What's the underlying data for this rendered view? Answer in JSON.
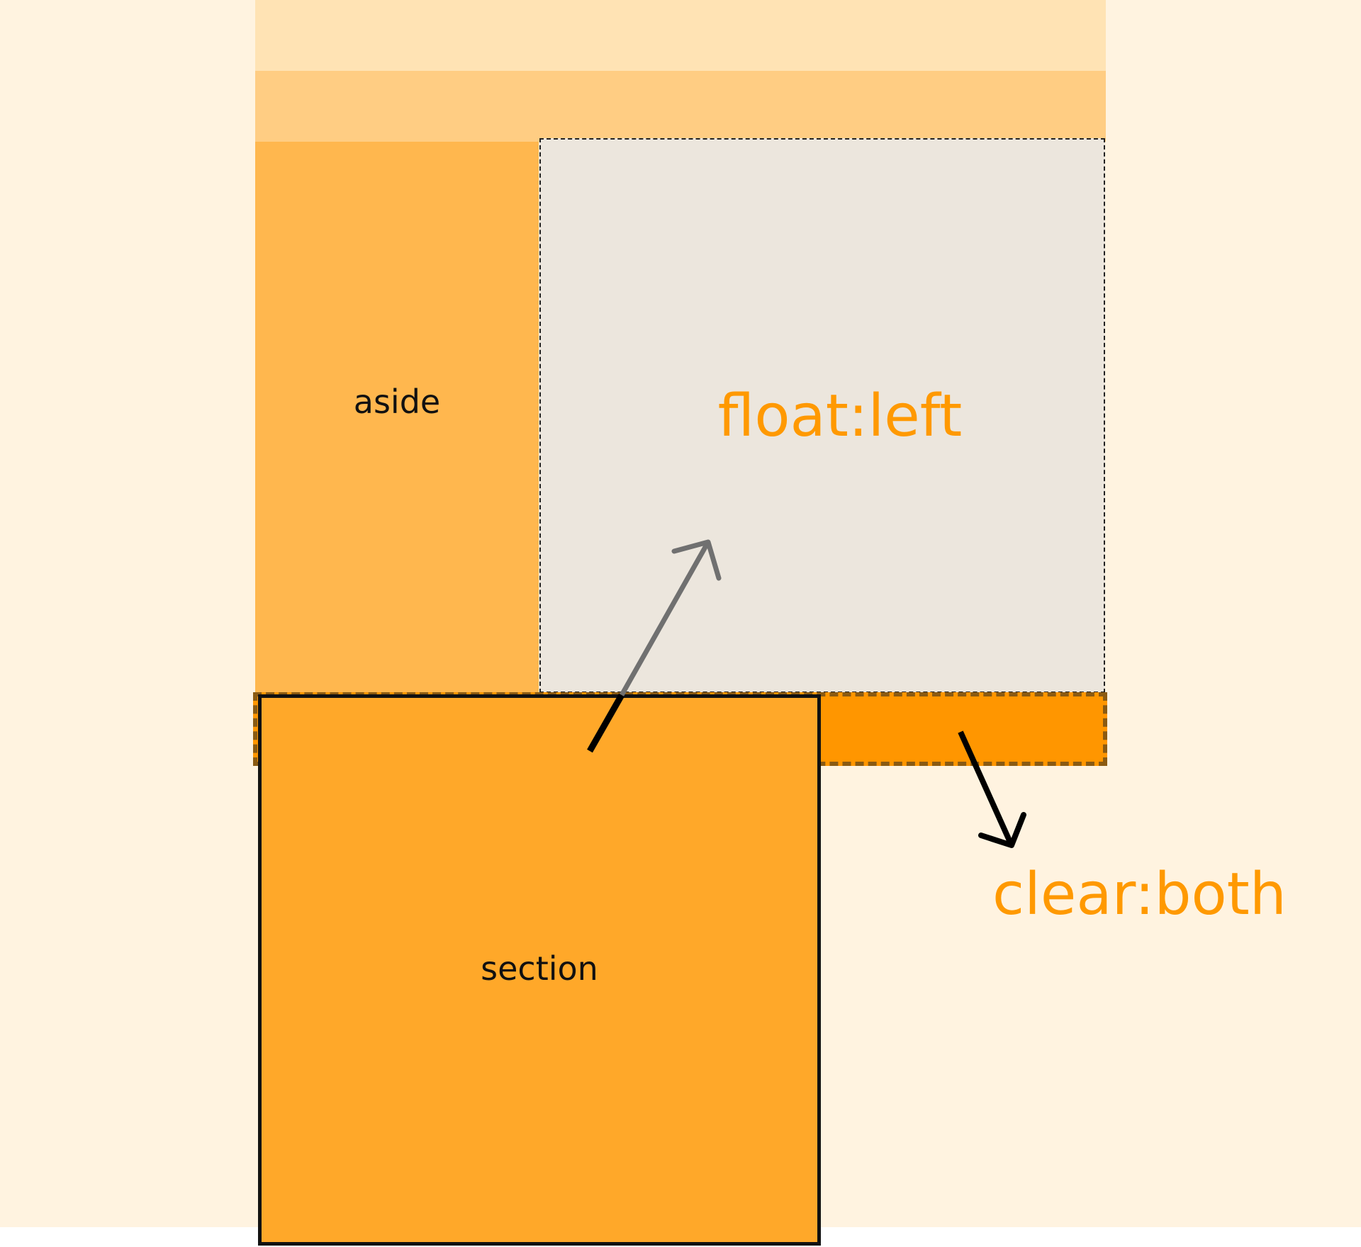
{
  "labels": {
    "aside": "aside",
    "float": "float:left",
    "section": "section",
    "clear": "clear:both"
  },
  "colors": {
    "page_background": "#fff3e0",
    "top_band": "#ffe3b4",
    "second_band": "#ffcd83",
    "aside": "#ffb74e",
    "float_box": "#ece6dd",
    "clear_strip": "#ff9600",
    "section": "#ffa829",
    "label_accent": "#ff9900"
  }
}
